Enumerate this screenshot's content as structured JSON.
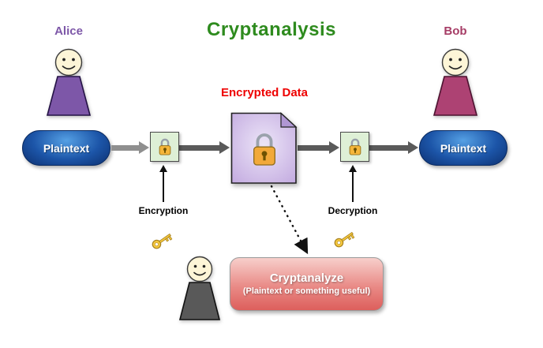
{
  "title": "Cryptanalysis",
  "actors": {
    "alice": {
      "label": "Alice"
    },
    "bob": {
      "label": "Bob"
    }
  },
  "flow": {
    "plaintext_left": "Plaintext",
    "encryption_step": "Encryption",
    "encrypted_data": "Encrypted Data",
    "decryption_step": "Decryption",
    "plaintext_right": "Plaintext"
  },
  "attack": {
    "box_title": "Cryptanalyze",
    "box_subtitle": "(Plaintext or something useful)"
  },
  "icons": {
    "padlock": "padlock-icon (gold lock, gray shackle)",
    "key": "key-icon (gold key)",
    "person": "person-icon (smiley face with trapezoid body)"
  },
  "colors": {
    "title_green": "#2e8b1e",
    "alice_purple": "#7d57a8",
    "bob_maroon": "#a63d66",
    "encrypted_data_red": "#ee0000",
    "plaintext_node_blue": "#1c55a8",
    "lockbox_green": "#def0d6",
    "document_lavender": "#c9b3e2",
    "cryptanalyze_pink_top": "#f7cfcb",
    "cryptanalyze_pink_bottom": "#dd5f5c",
    "gold": "#f2a93a",
    "attacker_gray": "#595959"
  }
}
